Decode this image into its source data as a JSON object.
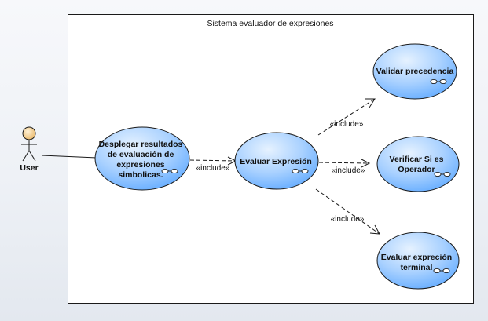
{
  "system": {
    "title": "Sistema evaluador de expresiones"
  },
  "actor": {
    "name": "User"
  },
  "use_cases": {
    "display": [
      "Desplegar resultados",
      "de evaluación de",
      "expresiones",
      "simbolicas."
    ],
    "evaluate": [
      "Evaluar Expresión"
    ],
    "precedence": [
      "Validar precedencia"
    ],
    "operator": [
      "Verificar Si es",
      "Operador"
    ],
    "terminal": [
      "Evaluar expreción",
      "terminal"
    ]
  },
  "relations": {
    "display_to_evaluate": "«include»",
    "evaluate_to_precedence": "«include»",
    "evaluate_to_operator": "«include»",
    "evaluate_to_terminal": "«include»"
  },
  "colors": {
    "usecase_fill_light": "#d8ebff",
    "usecase_fill_dark": "#6fb3ff",
    "usecase_stroke": "#1a1a1a",
    "actor_head": "#f6d7a0",
    "line": "#1a1a1a"
  }
}
